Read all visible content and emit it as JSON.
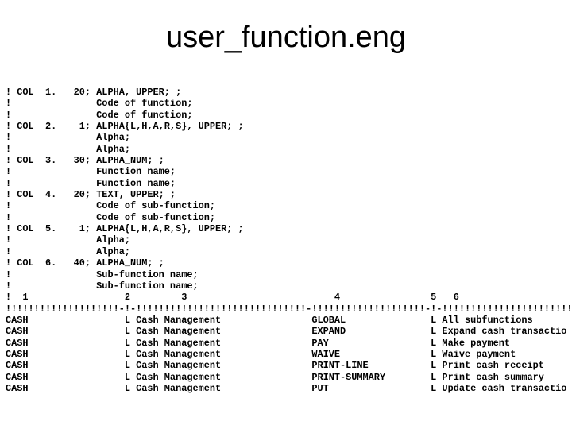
{
  "title": "user_function.eng",
  "listing": {
    "columns": [
      {
        "num": "1",
        "width": 20,
        "type": "ALPHA, UPPER; ;",
        "descriptions": [
          "Code of function;",
          "Code of function;"
        ]
      },
      {
        "num": "2",
        "width": 1,
        "type": "ALPHA{L,H,A,R,S}, UPPER; ;",
        "descriptions": [
          "Alpha;",
          "Alpha;"
        ]
      },
      {
        "num": "3",
        "width": 30,
        "type": "ALPHA_NUM; ;",
        "descriptions": [
          "Function name;",
          "Function name;"
        ]
      },
      {
        "num": "4",
        "width": 20,
        "type": "TEXT, UPPER; ;",
        "descriptions": [
          "Code of sub-function;",
          "Code of sub-function;"
        ]
      },
      {
        "num": "5",
        "width": 1,
        "type": "ALPHA{L,H,A,R,S}, UPPER; ;",
        "descriptions": [
          "Alpha;",
          "Alpha;"
        ]
      },
      {
        "num": "6",
        "width": 40,
        "type": "ALPHA_NUM; ;",
        "descriptions": [
          "Sub-function name;",
          "Sub-function name;"
        ]
      }
    ],
    "position_markers": [
      {
        "col": 3,
        "label": "1"
      },
      {
        "col": 21,
        "label": "2"
      },
      {
        "col": 31,
        "label": "3"
      },
      {
        "col": 58,
        "label": "4"
      },
      {
        "col": 75,
        "label": "5"
      },
      {
        "col": 79,
        "label": "6"
      }
    ],
    "records": [
      {
        "function_code": "CASH",
        "flag": "L",
        "function_name": "Cash Management",
        "subfunction_code": "GLOBAL",
        "sub_flag": "L",
        "subfunction_name": "All subfunctions"
      },
      {
        "function_code": "CASH",
        "flag": "L",
        "function_name": "Cash Management",
        "subfunction_code": "EXPAND",
        "sub_flag": "L",
        "subfunction_name": "Expand cash transactio"
      },
      {
        "function_code": "CASH",
        "flag": "L",
        "function_name": "Cash Management",
        "subfunction_code": "PAY",
        "sub_flag": "L",
        "subfunction_name": "Make payment"
      },
      {
        "function_code": "CASH",
        "flag": "L",
        "function_name": "Cash Management",
        "subfunction_code": "WAIVE",
        "sub_flag": "L",
        "subfunction_name": "Waive payment"
      },
      {
        "function_code": "CASH",
        "flag": "L",
        "function_name": "Cash Management",
        "subfunction_code": "PRINT-LINE",
        "sub_flag": "L",
        "subfunction_name": "Print cash receipt"
      },
      {
        "function_code": "CASH",
        "flag": "L",
        "function_name": "Cash Management",
        "subfunction_code": "PRINT-SUMMARY",
        "sub_flag": "L",
        "subfunction_name": "Print cash summary"
      },
      {
        "function_code": "CASH",
        "flag": "L",
        "function_name": "Cash Management",
        "subfunction_code": "PUT",
        "sub_flag": "L",
        "subfunction_name": "Update cash transactio"
      }
    ]
  }
}
